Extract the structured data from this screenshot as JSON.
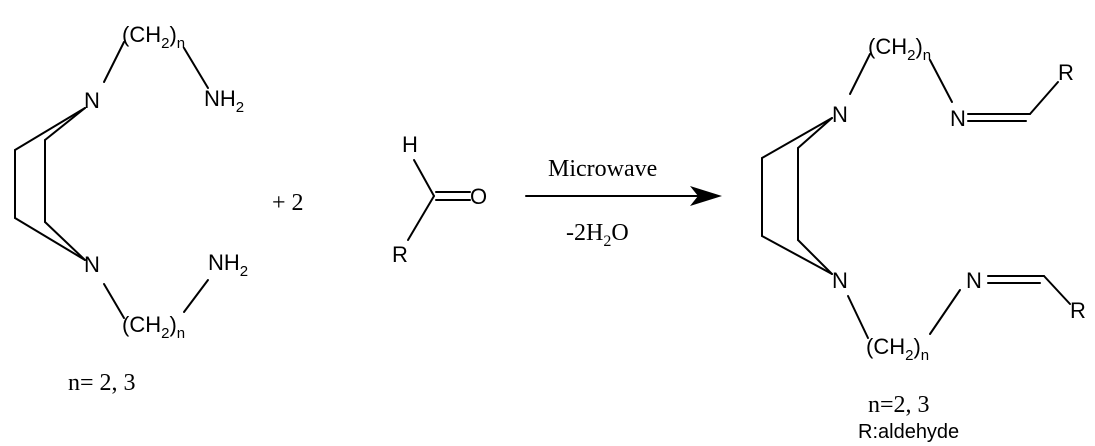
{
  "reactant_amine": {
    "chain": "(CH",
    "sub2": "2",
    "close": ")",
    "n_sub": "n",
    "n_atom": "N",
    "amine": "NH",
    "amine_sub": "2",
    "caption": "n= 2, 3"
  },
  "coefficient": "+ 2",
  "aldehyde": {
    "h_atom": "H",
    "o_atom": "O",
    "r_group": "R"
  },
  "conditions": {
    "above": "Microwave",
    "below_prefix": "-2H",
    "below_sub": "2",
    "below_suffix": "O"
  },
  "product": {
    "chain": "(CH",
    "sub2": "2",
    "close": ")",
    "n_sub": "n",
    "n_atom": "N",
    "r_group": "R",
    "caption": "n=2, 3",
    "footnote": "R:aldehyde"
  }
}
